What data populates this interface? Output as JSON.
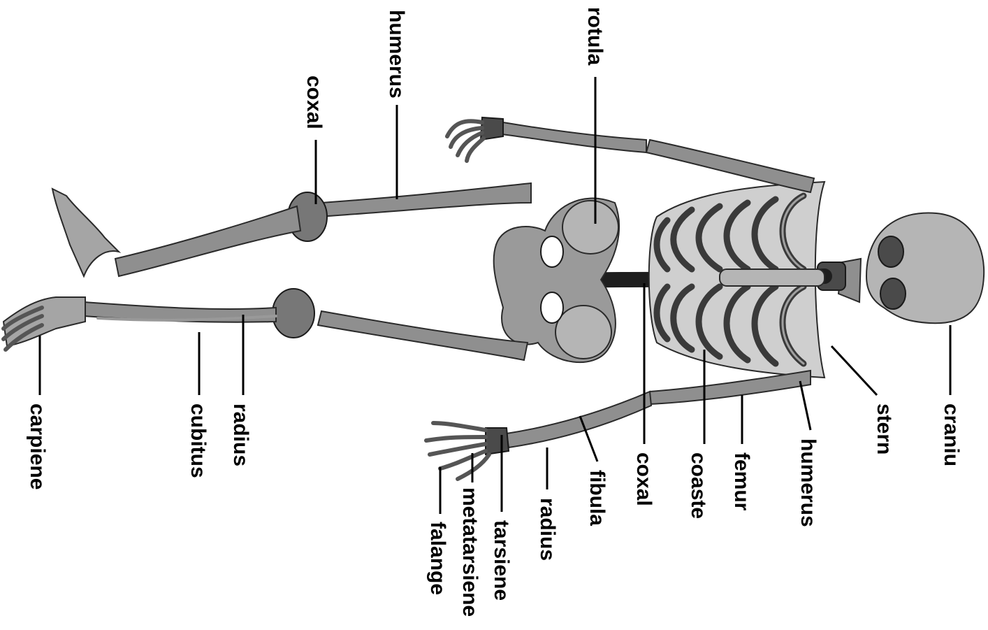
{
  "labels": {
    "craniu": "craniu",
    "stern": "stern",
    "humerus_right": "humerus",
    "femur": "femur",
    "coaste": "coaste",
    "coxal_right": "coxal",
    "fibula": "fibula",
    "radius_right": "radius",
    "tarsiene": "tarsiene",
    "metatarsiene": "metatarsiene",
    "falange": "falange",
    "rotula": "rotula",
    "humerus_top": "humerus",
    "coxal_top": "coxal",
    "radius_left": "radius",
    "cubitus": "cubitus",
    "carpiene": "carpiene"
  }
}
